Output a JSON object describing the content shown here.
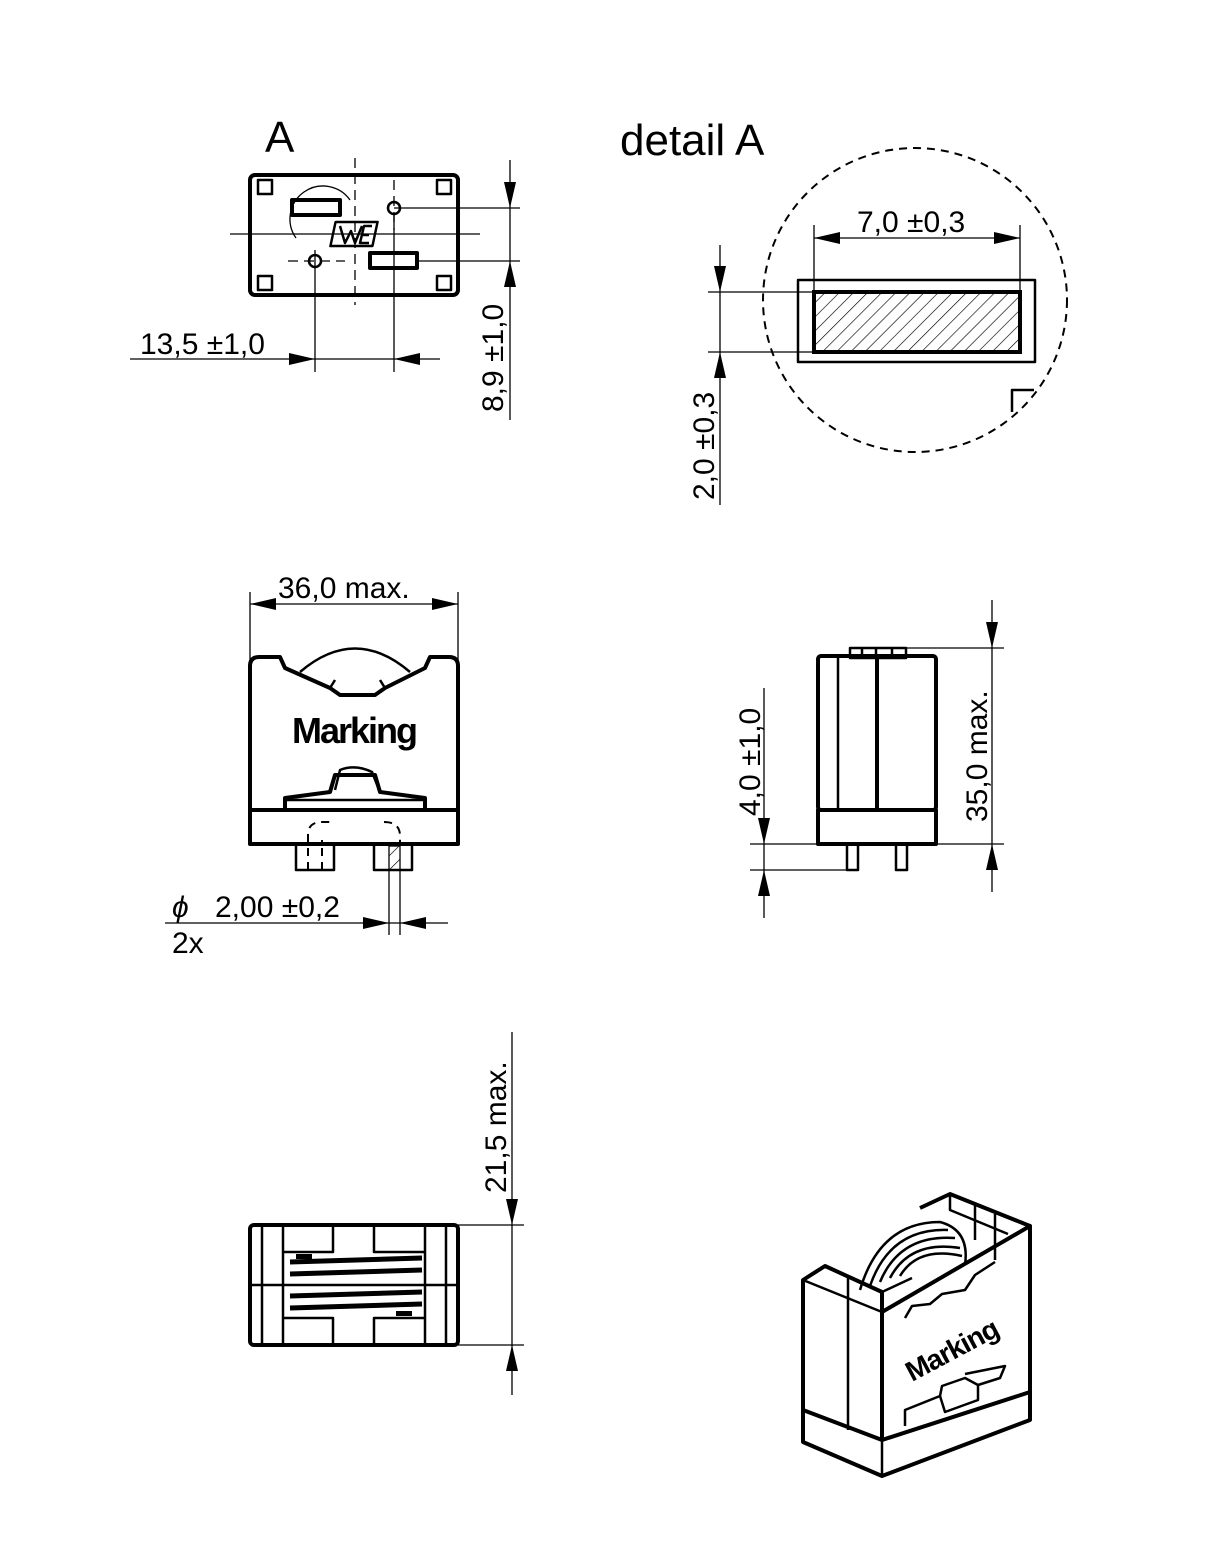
{
  "view_labels": {
    "view_a": "A",
    "detail_a": "detail A"
  },
  "dimensions": {
    "pin_spacing": "13,5 ±1,0",
    "pin_offset": "8,9 ±1,0",
    "pad_width": "7,0 ±0,3",
    "pad_height": "2,0 ±0,3",
    "body_width": "36,0 max.",
    "pin_diameter": "2,00 ±0,2",
    "pin_diameter_symbol": "ϕ",
    "pin_count": "2x",
    "pin_length": "4,0 ±1,0",
    "body_height": "35,0 max.",
    "body_depth": "21,5 max."
  },
  "marking": {
    "front_view": "Marking",
    "iso_view": "Marking"
  },
  "logo_text": "WE"
}
